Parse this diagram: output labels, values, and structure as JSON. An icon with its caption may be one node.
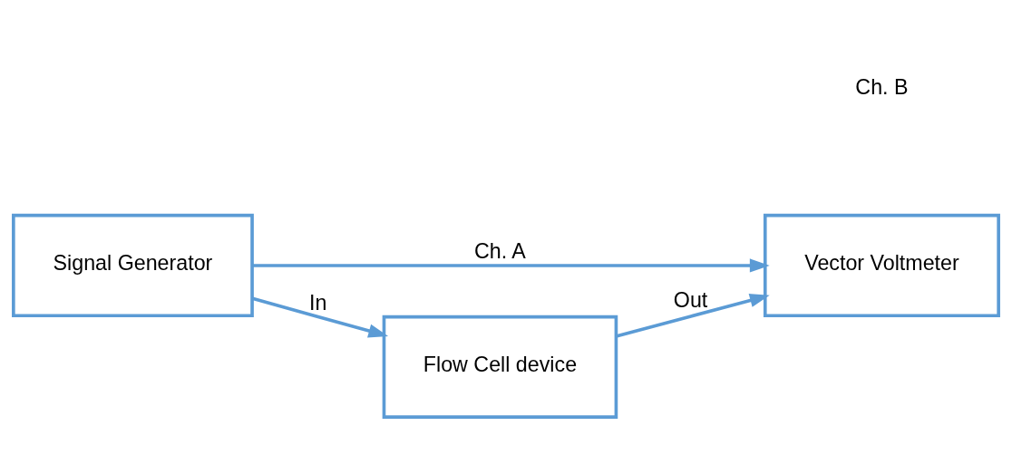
{
  "diagram": {
    "nodes": [
      {
        "text": [
          "Signal Generator"
        ]
      },
      {
        "text": [
          "Vector Voltmeter"
        ]
      },
      {
        "text": [
          "Flow Cell device"
        ]
      }
    ],
    "edges": [
      {
        "from": 0,
        "to": 2,
        "arrow": "to",
        "label": "In"
      },
      {
        "from": 0,
        "to": 1,
        "arrow": "to",
        "label": "Ch. A"
      },
      {
        "from": 2,
        "to": 1,
        "arrow": "to",
        "label": "Out"
      }
    ],
    "labels": [
      "Ch. B"
    ]
  }
}
